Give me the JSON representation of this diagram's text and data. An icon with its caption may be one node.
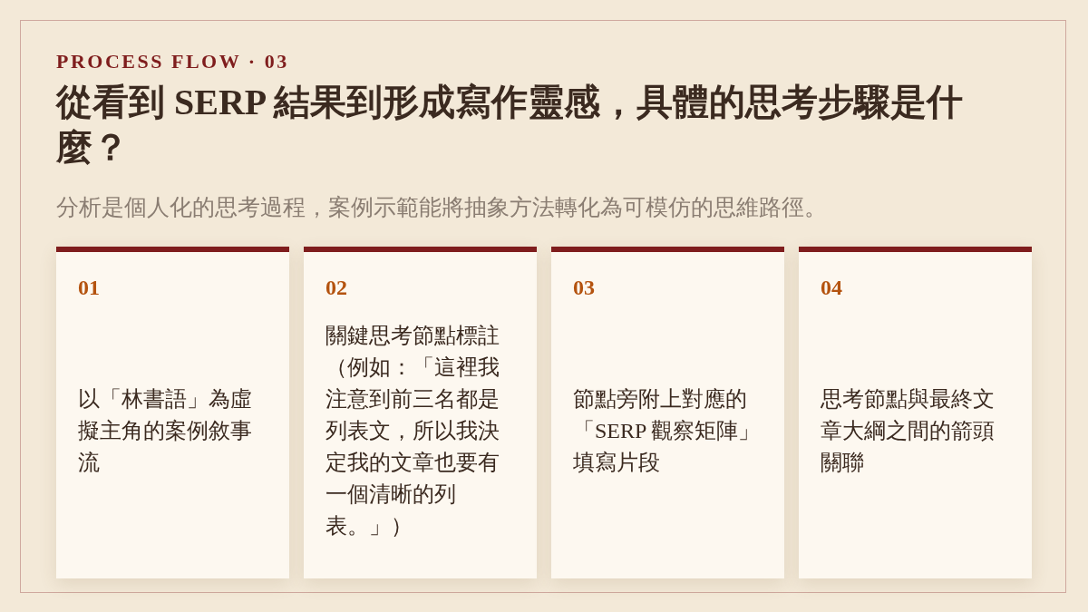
{
  "diagram": {
    "title": "從看到 SERP 結果到形成寫作靈感，具體的思考步驟是什麼？",
    "nodes": [
      {
        "text": [
          "01",
          "以「林書語」為虛擬主角的案例敘事流"
        ]
      },
      {
        "text": [
          "02",
          "關鍵思考節點標註（例如：「這裡我注意到前三名都是列表文，所以我決定我的文章也要有一個清晰的列表。」）"
        ]
      },
      {
        "text": [
          "03",
          "節點旁附上對應的「SERP 觀察矩陣」填寫片段"
        ]
      },
      {
        "text": [
          "04",
          "思考節點與最終文章大綱之間的箭頭關聯"
        ]
      }
    ],
    "labels": [
      "PROCESS FLOW · 03",
      "分析是個人化的思考過程，案例示範能將抽象方法轉化為可模仿的思維路徑。"
    ]
  }
}
